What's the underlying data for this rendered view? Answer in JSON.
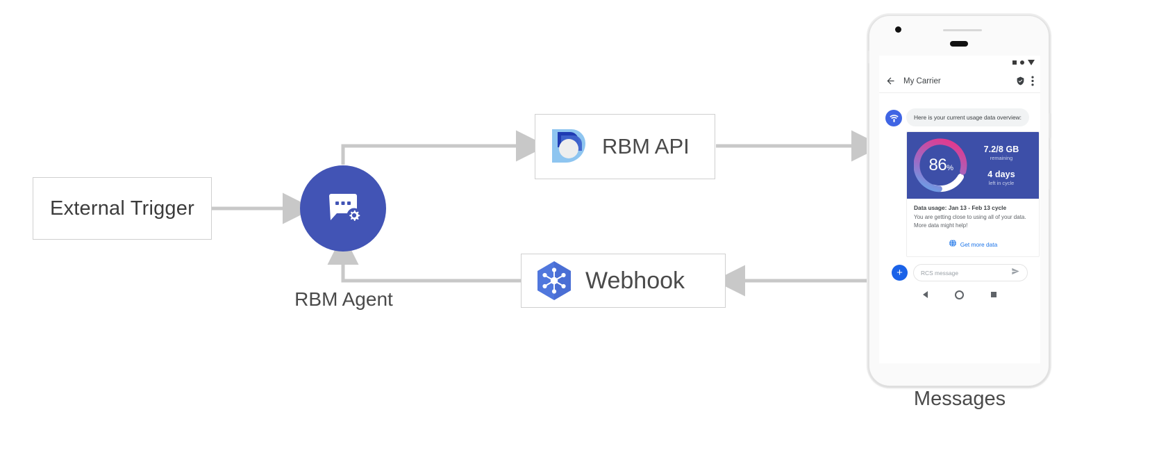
{
  "diagram": {
    "nodes": {
      "external_trigger": {
        "label": "External Trigger"
      },
      "rbm_agent": {
        "label": "RBM Agent",
        "icon": "chat-gear-icon",
        "color": "#4254b5"
      },
      "rbm_api": {
        "label": "RBM API",
        "icon": "rbm-droplet-icon"
      },
      "webhook": {
        "label": "Webhook",
        "icon": "cloud-functions-hexagon-icon"
      },
      "messages": {
        "label": "Messages"
      }
    },
    "connector_color": "#cccccc"
  },
  "phone": {
    "status_bar": {
      "icons": [
        "square-icon",
        "circle-icon",
        "triangle-down-icon"
      ]
    },
    "app_bar": {
      "back_icon": "arrow-left-icon",
      "title": "My Carrier",
      "verified_icon": "verified-shield-icon",
      "overflow_icon": "more-vertical-icon"
    },
    "thread": {
      "avatar_icon": "carrier-wifi-icon",
      "bubble_text": "Here is your current usage data overview:",
      "rich_card": {
        "gauge": {
          "percent": "86",
          "percent_unit": "%",
          "value": 86,
          "gradient_start": "#62a8ec",
          "gradient_mid": "#9a6ec8",
          "gradient_end": "#e03a8e",
          "track_color": "#ffffff",
          "background": "#3d4fa8"
        },
        "stats": [
          {
            "big": "7.2/8 GB",
            "sub": "remaining"
          },
          {
            "big": "4 days",
            "sub": "left in cycle"
          }
        ],
        "title": "Data usage: Jan 13 - Feb 13 cycle",
        "description_line1": "You are getting close to using all of your data.",
        "description_line2": "More data might help!",
        "action": {
          "icon": "globe-icon",
          "label": "Get more data",
          "color": "#1a73e8"
        }
      }
    },
    "composer": {
      "plus_icon": "plus-icon",
      "placeholder": "RCS message",
      "send_icon": "send-icon"
    },
    "nav_bar": {
      "back_icon": "nav-back-triangle-icon",
      "home_icon": "nav-home-circle-icon",
      "recents_icon": "nav-recents-square-icon"
    }
  }
}
